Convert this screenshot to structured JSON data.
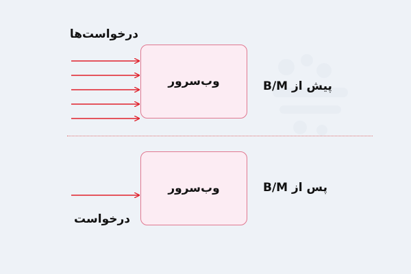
{
  "diagram": {
    "top": {
      "requests_label": "درخواست‌ها",
      "server_label": "وب‌سرور",
      "side_label": "پیش از B/M",
      "arrow_count": 5
    },
    "bottom": {
      "request_label": "درخواست",
      "server_label": "وب‌سرور",
      "side_label": "پس از B/M",
      "arrow_count": 1
    },
    "colors": {
      "arrow": "#e0202a",
      "box_fill": "#fcecf3",
      "box_border": "#e07890",
      "divider": "#e07070",
      "background": "#eef2f7"
    }
  }
}
